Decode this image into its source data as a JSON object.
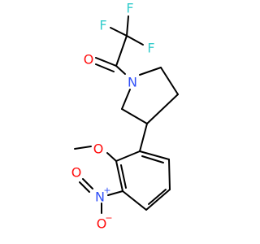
{
  "molecule": {
    "colors": {
      "F": "#33CCCC",
      "O": "#FF0D0D",
      "N": "#3050F8",
      "bond": "#000000"
    },
    "atoms": {
      "f1": "F",
      "f2": "F",
      "f3": "F",
      "o_carbonyl": "O",
      "n_pyrrolidine": "N",
      "o_methoxy": "O",
      "n_nitro": "N",
      "n_nitro_charge": "+",
      "o_nitro_double": "O",
      "o_nitro_single": "O",
      "o_nitro_charge": "−"
    }
  }
}
